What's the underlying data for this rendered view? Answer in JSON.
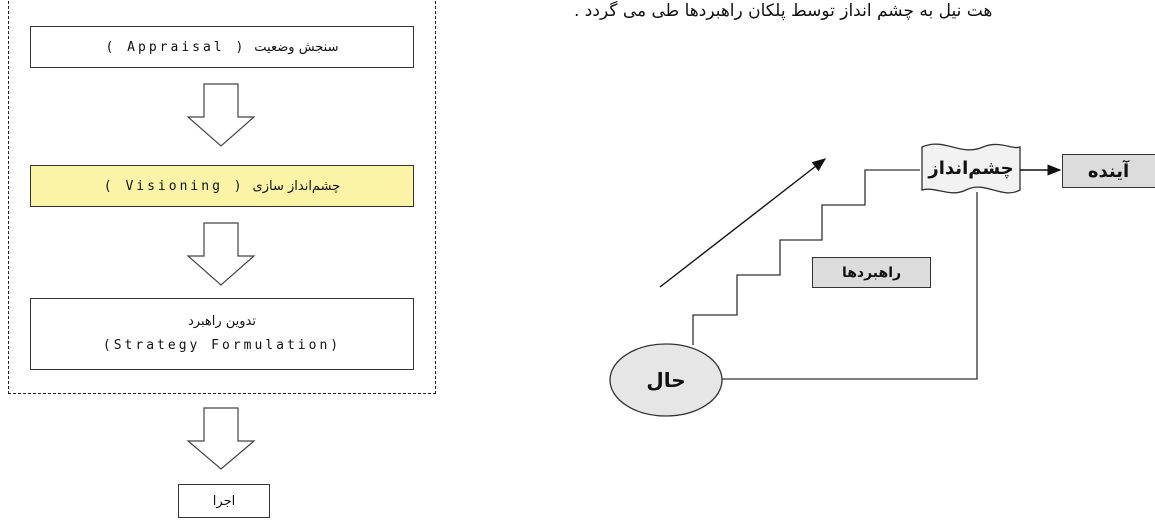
{
  "top_text": "هت نیل به چشم انداز توسط پلکان راهبردها طی می گردد .",
  "flow": {
    "step1_fa": "سنجش وضعیت",
    "step1_en": "( Appraisal )",
    "step2_fa": "چشم‌انداز سازی",
    "step2_en": "( Visioning )",
    "step3_fa": "تدوین راهبرد",
    "step3_en": "(Strategy Formulation)",
    "step4_fa": "اجرا"
  },
  "diagram": {
    "present": "حال",
    "vision": "چشم‌انداز",
    "future": "آینده",
    "strategies": "راهبردها"
  },
  "colors": {
    "highlight": "#fbf4a6",
    "gray_box": "#dcdcdc",
    "ellipse": "#e6e6e6"
  }
}
